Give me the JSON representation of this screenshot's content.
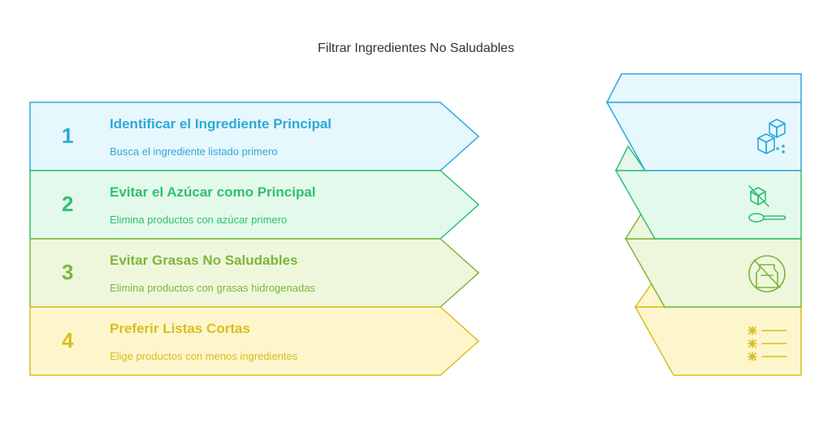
{
  "title": "Filtrar Ingredientes No Saludables",
  "steps": [
    {
      "number": "1",
      "title": "Identificar el Ingrediente Principal",
      "description": "Busca el ingrediente listado primero",
      "icon": "sugar-cubes-icon",
      "color": "#2ea8d9",
      "fill": "#e6f7fd"
    },
    {
      "number": "2",
      "title": "Evitar el Azúcar como Principal",
      "description": "Elimina productos con azúcar primero",
      "icon": "no-sugar-spoon-icon",
      "color": "#2fbf73",
      "fill": "#e3f9ec"
    },
    {
      "number": "3",
      "title": "Evitar Grasas No Saludables",
      "description": "Elimina productos con grasas hidrogenadas",
      "icon": "no-fat-icon",
      "color": "#7db63a",
      "fill": "#eef7dc"
    },
    {
      "number": "4",
      "title": "Preferir Listas Cortas",
      "description": "Elige productos con menos ingredientes",
      "icon": "short-list-icon",
      "color": "#d8be1f",
      "fill": "#fdf6cc"
    }
  ]
}
